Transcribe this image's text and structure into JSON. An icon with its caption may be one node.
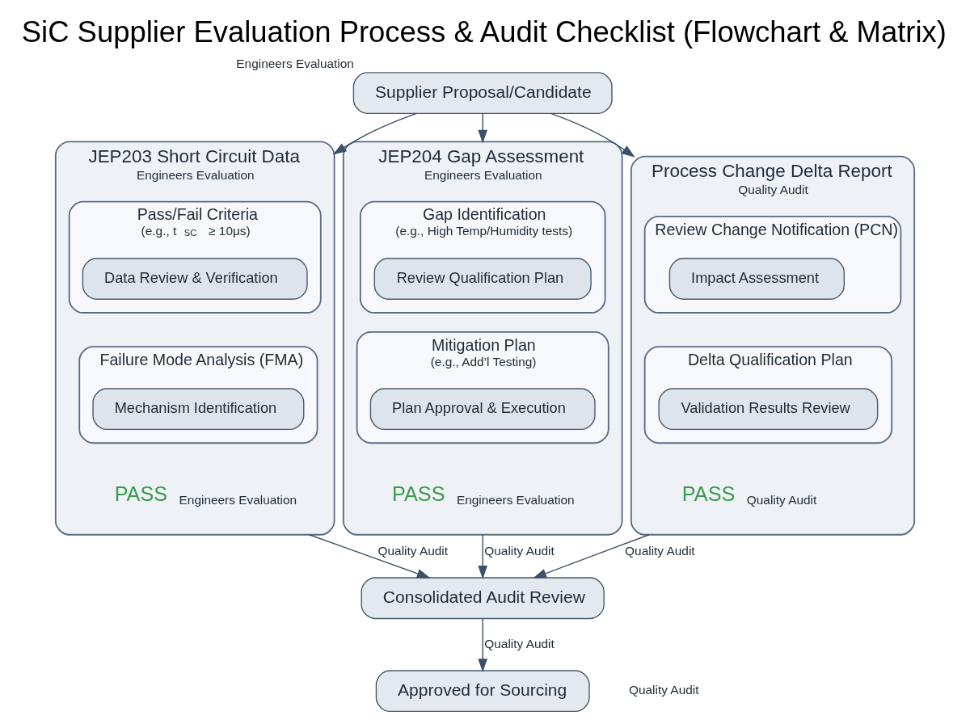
{
  "diagram": {
    "title": "SiC Supplier Evaluation Process & Audit Checklist (Flowchart & Matrix)",
    "nodes": [
      {
        "text": [
          "Supplier Proposal/Candidate"
        ],
        "beside": [
          "Engineers Evaluation"
        ]
      },
      {
        "text": [
          "JEP203 Short Circuit Data",
          "Engineers Evaluation"
        ]
      },
      {
        "text": [
          "Pass/Fail Criteria",
          "(e.g., t$_{SC}$ ≥ 10μs)"
        ],
        "in": 1
      },
      {
        "text": [
          "Data Review & Verification"
        ],
        "in": 2
      },
      {
        "text": [
          "Failure Mode Analysis (FMA)"
        ],
        "in": 1
      },
      {
        "text": [
          "Mechanism Identification"
        ],
        "in": 4
      },
      {
        "text": [
          "PASS"
        ],
        "in": 1,
        "beside": [
          "Engineers Evaluation"
        ]
      },
      {
        "text": [
          "JEP204 Gap Assessment",
          "Engineers Evaluation"
        ]
      },
      {
        "text": [
          "Gap Identification",
          "(e.g., High Temp/Humidity tests)"
        ],
        "in": 7
      },
      {
        "text": [
          "Review Qualification Plan"
        ],
        "in": 8
      },
      {
        "text": [
          "Mitigation Plan",
          "(e.g., Add’l Testing)"
        ],
        "in": 7
      },
      {
        "text": [
          "Plan Approval & Execution"
        ],
        "in": 10
      },
      {
        "text": [
          "PASS"
        ],
        "in": 7,
        "beside": [
          "Engineers Evaluation"
        ]
      },
      {
        "text": [
          "Process Change Delta Report",
          "Quality Audit"
        ]
      },
      {
        "text": [
          "Review Change Notification (PCN)"
        ],
        "in": 13
      },
      {
        "text": [
          "Impact Assessment"
        ],
        "in": 14
      },
      {
        "text": [
          "Delta Qualification Plan"
        ],
        "in": 13
      },
      {
        "text": [
          "Validation Results Review"
        ],
        "in": 16
      },
      {
        "text": [
          "PASS"
        ],
        "in": 13,
        "beside": [
          "Quality Audit"
        ]
      },
      {
        "text": [
          "Consolidated Audit Review"
        ]
      },
      {
        "text": [
          "Approved for Sourcing"
        ]
      }
    ],
    "edges": [
      {
        "from": 0,
        "to": 1,
        "arrow": "to"
      },
      {
        "from": 0,
        "to": 7,
        "arrow": "to"
      },
      {
        "from": 0,
        "to": 13,
        "arrow": "to"
      },
      {
        "from": 1,
        "to": 19,
        "arrow": "to",
        "label": "Quality Audit"
      },
      {
        "from": 7,
        "to": 19,
        "arrow": "to",
        "label": "Quality Audit"
      },
      {
        "from": 13,
        "to": 19,
        "arrow": "to",
        "label": "Quality Audit"
      },
      {
        "from": 19,
        "to": 20,
        "arrow": "to",
        "label": "Quality Audit"
      }
    ],
    "labels": [
      "Quality Audit"
    ]
  }
}
